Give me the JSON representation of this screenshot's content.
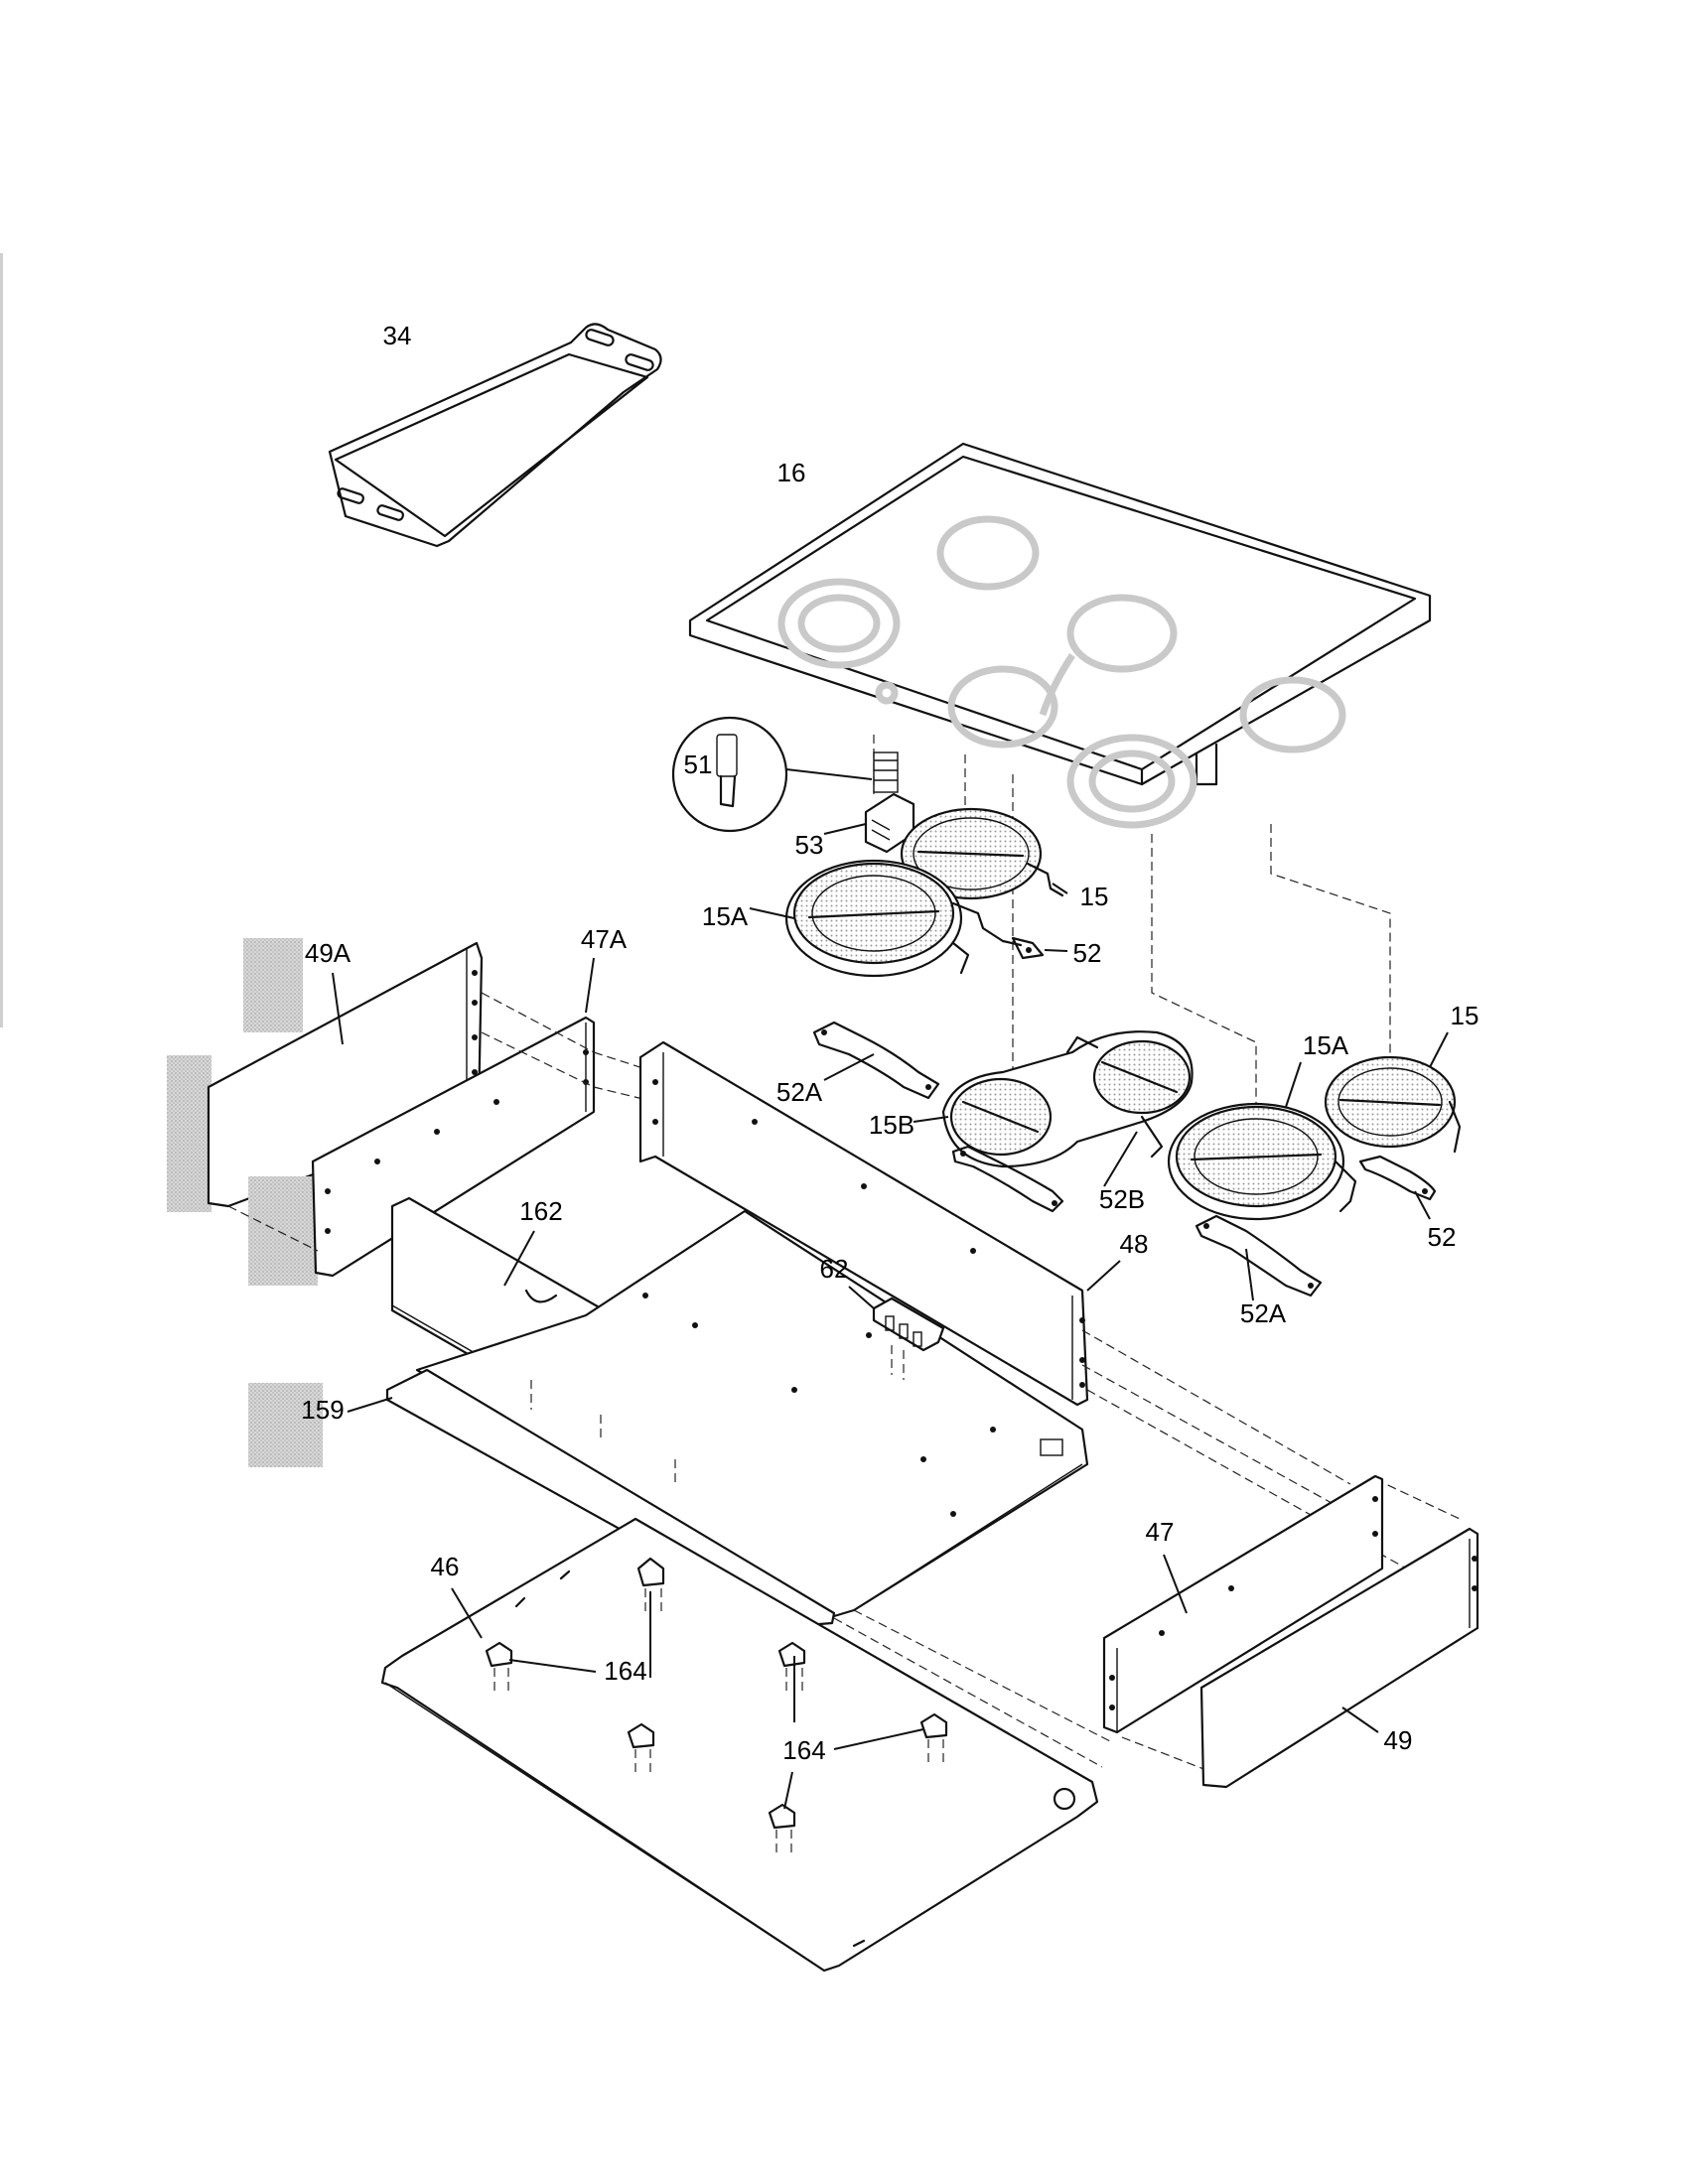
{
  "callouts": {
    "griddle": "34",
    "glass_cooktop": "16",
    "limiter_detail": "51",
    "terminal_block_top": "53",
    "radiant_element_15_top": "15",
    "radiant_element_15A_left": "15A",
    "bracket_52_top": "52",
    "bracket_52A_left": "52A",
    "bridge_element": "15B",
    "bracket_52B": "52B",
    "radiant_element_15A_right": "15A",
    "radiant_element_15_right": "15",
    "bracket_52_right": "52",
    "bracket_52A_right": "52A",
    "side_trim_left": "49A",
    "side_panel_left": "47A",
    "rear_panel": "48",
    "front_panel": "162",
    "terminal_block_bottom": "62",
    "insulation": "159",
    "bottom_pan": "46",
    "clips_a": "164",
    "clips_b": "164",
    "side_panel_right": "47",
    "side_trim_right": "49"
  }
}
